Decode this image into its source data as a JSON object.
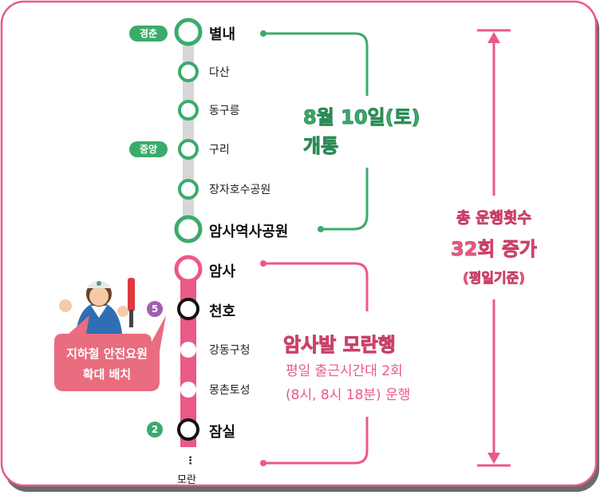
{
  "line_tags": {
    "gyeongchun": "경춘",
    "jungang": "중앙"
  },
  "stations_upper": [
    {
      "name": "별내"
    },
    {
      "name": "다산"
    },
    {
      "name": "동구릉"
    },
    {
      "name": "구리"
    },
    {
      "name": "장자호수공원"
    },
    {
      "name": "암사역사공원"
    }
  ],
  "stations_lower": [
    {
      "name": "암사"
    },
    {
      "name": "천호"
    },
    {
      "name": "강동구청"
    },
    {
      "name": "몽촌토성"
    },
    {
      "name": "잠실"
    }
  ],
  "transfer_numbers": {
    "cheonho": "5",
    "jamsil": "2"
  },
  "terminus": {
    "dots": "⋮",
    "label": "모란"
  },
  "opening": {
    "line1": "8월 10일(토)",
    "line2": "개통"
  },
  "amsa_service": {
    "title": "암사발 모란행",
    "line1": "평일 출근시간대 2회",
    "line2": "(8시, 8시 18분) 운행"
  },
  "total_increase": {
    "line1": "총 운행횟수",
    "line2": "32회 증가",
    "line3": "(평일기준)"
  },
  "safety_callout": {
    "line1": "지하철 안전요원",
    "line2": "확대 배치"
  },
  "colors": {
    "green": "#3bab6c",
    "pink": "#e95a84",
    "pink_dark": "#c94068",
    "gray_line": "#d6d6d6",
    "purple": "#a15fb0",
    "callout": "#e96c7f"
  }
}
